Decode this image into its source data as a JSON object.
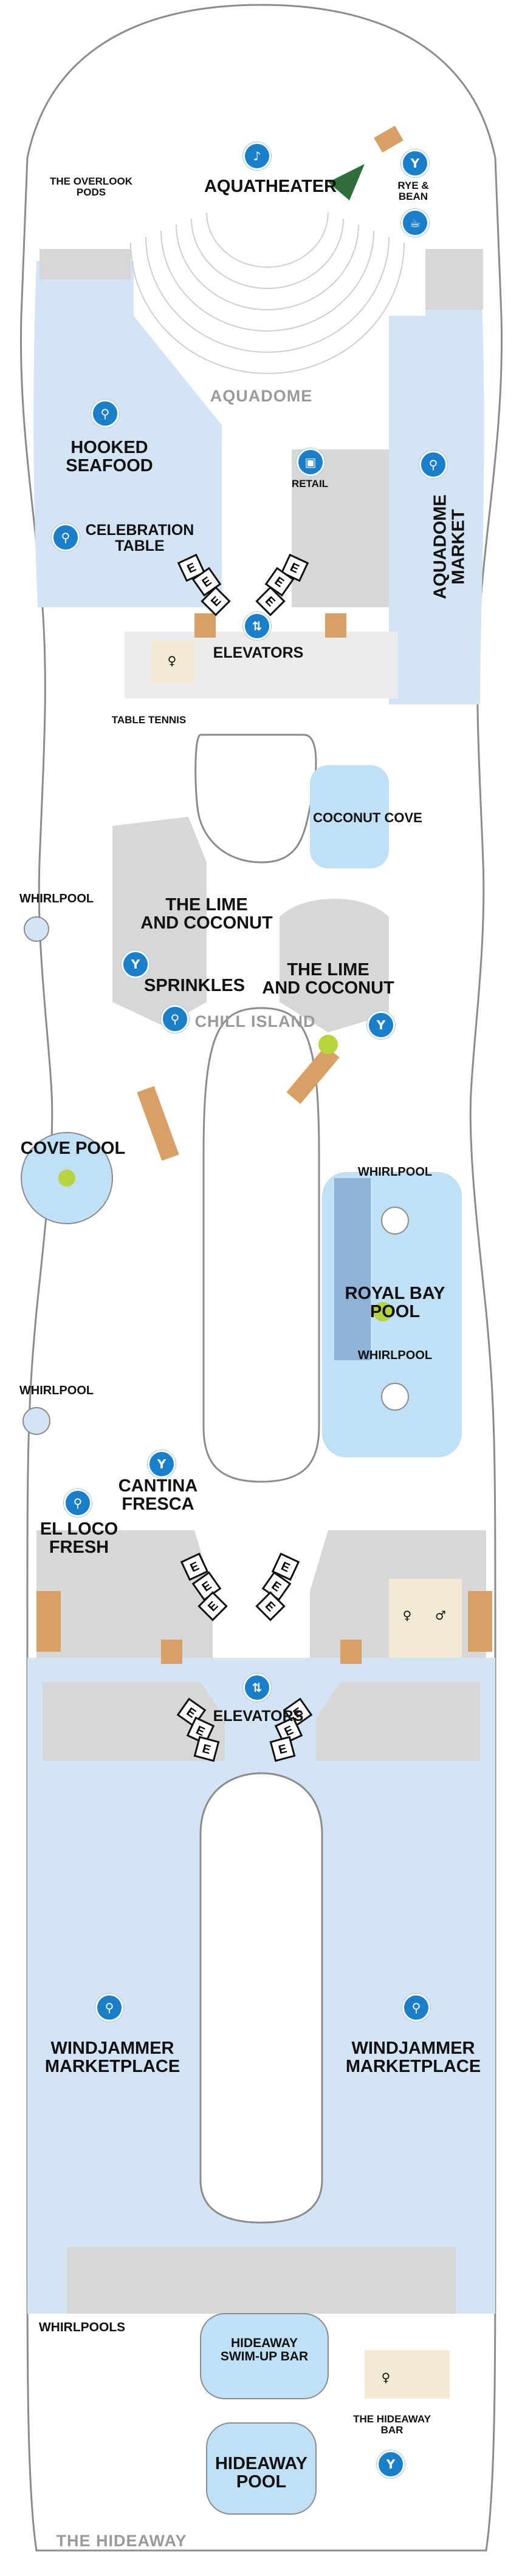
{
  "colors": {
    "hull": "#ffffff",
    "outline": "#8c8c8c",
    "water_area": "#d3e4f5",
    "pool": "#bfe0f5",
    "indoor": "#d7d7d7",
    "icon": "#1a7fc8",
    "stairs": "#d8a064",
    "tree": "#2f6e3a",
    "palm": "#b6d43b"
  },
  "labels": {
    "aquatheater": "AQUATHEATER",
    "overlook_pods": "THE OVERLOOK\nPODS",
    "rye_bean": "RYE &\nBEAN",
    "aquadome": "AQUADOME",
    "hooked_seafood": "HOOKED\nSEAFOOD",
    "celebration_table": "CELEBRATION\nTABLE",
    "retail": "RETAIL",
    "aquadome_market": "AQUADOME\nMARKET",
    "elevators_fwd": "ELEVATORS",
    "table_tennis": "TABLE TENNIS",
    "coconut_cove": "COCONUT COVE",
    "whirlpool_1": "WHIRLPOOL",
    "lime_coconut_1": "THE LIME\nAND COCONUT",
    "sprinkles": "SPRINKLES",
    "lime_coconut_2": "THE LIME\nAND COCONUT",
    "chill_island": "CHILL ISLAND",
    "cove_pool": "COVE POOL",
    "whirlpool_2": "WHIRLPOOL",
    "royal_bay_pool": "ROYAL BAY\nPOOL",
    "whirlpool_3": "WHIRLPOOL",
    "whirlpool_4": "WHIRLPOOL",
    "cantina_fresca": "CANTINA\nFRESCA",
    "el_loco_fresh": "EL LOCO\nFRESH",
    "elevators_aft": "ELEVATORS",
    "windjammer_left": "WINDJAMMER\nMARKETPLACE",
    "windjammer_right": "WINDJAMMER\nMARKETPLACE",
    "whirlpools": "WHIRLPOOLS",
    "hideaway_swimup": "HIDEAWAY\nSWIM-UP BAR",
    "hideaway_bar": "THE HIDEAWAY\nBAR",
    "hideaway_pool": "HIDEAWAY\nPOOL",
    "the_hideaway": "THE HIDEAWAY"
  },
  "icons": {
    "aquatheater": "theater-icon",
    "rye_bean_bar": "cocktail-icon",
    "rye_bean_coffee": "coffee-cup-icon",
    "hooked_seafood": "dining-icon",
    "celebration_table": "dining-icon",
    "retail": "shopping-bag-icon",
    "aquadome_market": "dining-icon",
    "elevators": "elevator-icon",
    "lime_coconut": "cocktail-icon",
    "sprinkles": "dining-icon",
    "cantina_fresca": "cocktail-icon",
    "el_loco_fresh": "dining-icon",
    "windjammer": "dining-icon",
    "hideaway_bar": "cocktail-icon",
    "restrooms": "restroom-icon"
  },
  "elevator_letter": "E"
}
